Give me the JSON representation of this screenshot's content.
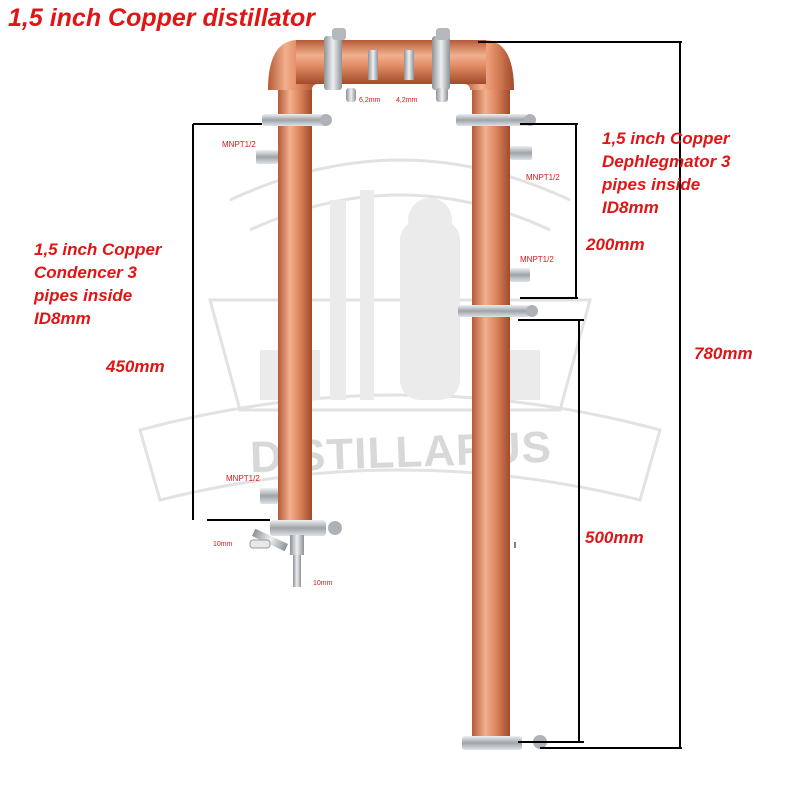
{
  "title": "1,5 inch Copper distillator",
  "watermark": "DISTILLARUS",
  "labels": {
    "mnpt_top_left": "MNPT1/2",
    "mnpt_right_upper": "MNPT1/2",
    "mnpt_right_lower": "MNPT1/2",
    "mnpt_bottom_left": "MNPT1/2",
    "d62": "6,2mm",
    "d42": "4,2mm",
    "d10a": "10mm",
    "d10b": "10mm"
  },
  "condenser": {
    "line1": "1,5 inch Copper",
    "line2": "Condencer 3",
    "line3": "pipes inside",
    "line4": "ID8mm"
  },
  "dephlegmator": {
    "line1": "1,5 inch Copper",
    "line2": "Dephlegmator 3",
    "line3": "pipes inside",
    "line4": "ID8mm"
  },
  "dimensions": {
    "left_height": "450mm",
    "right_upper": "200mm",
    "right_lower": "500mm",
    "total": "780mm"
  },
  "colors": {
    "label": "#e01515",
    "copper": "#d9825e",
    "steel": "#c9ccd0",
    "watermark": "#d8d8d8"
  }
}
